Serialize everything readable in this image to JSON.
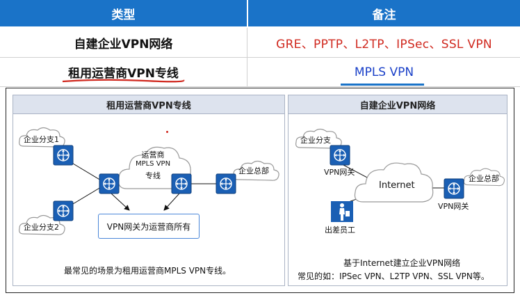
{
  "table": {
    "header": {
      "type": "类型",
      "note": "备注"
    },
    "rows": [
      {
        "type": "自建企业VPN网络",
        "note": "GRE、PPTP、L2TP、IPSec、SSL  VPN"
      },
      {
        "type": "租用运营商VPN专线",
        "note": "MPLS VPN"
      }
    ]
  },
  "diagram_left": {
    "title": "租用运营商VPN专线",
    "branch1": "企业分支1",
    "branch2": "企业分支2",
    "hq": "企业总部",
    "cloud_line1": "运营商",
    "cloud_line2": "MPLS VPN",
    "cloud_line3": "专线",
    "gateway_note": "VPN网关为运营商所有",
    "footer": "最常见的场景为租用运营商MPLS VPN专线。"
  },
  "diagram_right": {
    "title": "自建企业VPN网络",
    "branch": "企业分支",
    "branch_gw": "VPN网关",
    "internet": "Internet",
    "hq": "企业总部",
    "hq_gw": "VPN网关",
    "traveler": "出差员工",
    "footer_line1": "基于Internet建立企业VPN网络",
    "footer_line2": "常见的如：IPSec VPN、L2TP VPN、SSL VPN等。"
  },
  "colors": {
    "header_blue": "#1a73c8",
    "note_red": "#d0281e",
    "note_blue": "#1a40c8",
    "router_blue": "#1a5fb4"
  },
  "icons": [
    "router-icon",
    "cloud-icon",
    "traveler-icon",
    "arrow-icon"
  ]
}
